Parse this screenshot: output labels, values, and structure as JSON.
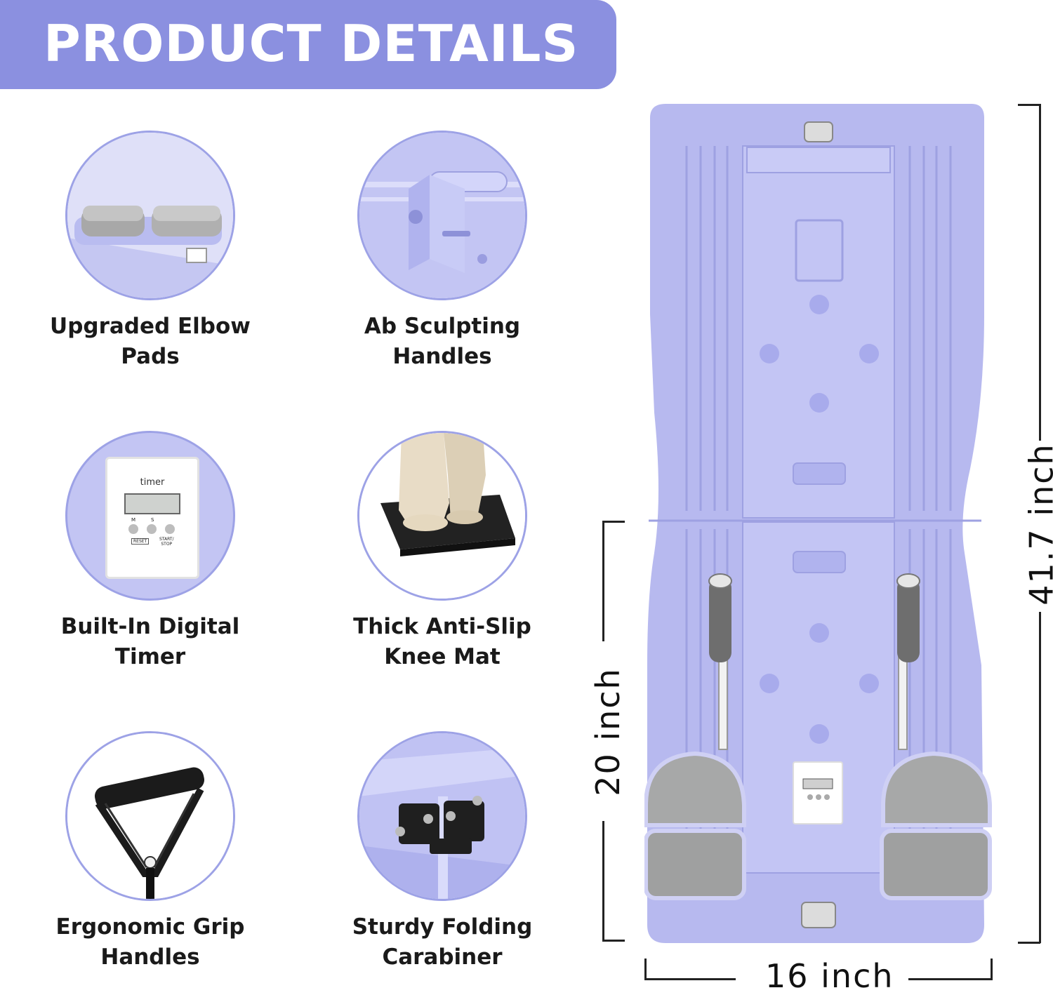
{
  "header": {
    "title": "PRODUCT DETAILS"
  },
  "features": [
    {
      "line1": "Upgraded Elbow",
      "line2": "Pads",
      "icon": "elbow-pad-icon"
    },
    {
      "line1": "Ab Sculpting",
      "line2": "Handles",
      "icon": "handle-icon"
    },
    {
      "line1": "Built-In Digital",
      "line2": "Timer",
      "icon": "timer-icon"
    },
    {
      "line1": "Thick Anti-Slip",
      "line2": "Knee Mat",
      "icon": "knee-mat-icon"
    },
    {
      "line1": "Ergonomic Grip",
      "line2": "Handles",
      "icon": "grip-handle-icon"
    },
    {
      "line1": "Sturdy Folding",
      "line2": "Carabiner",
      "icon": "carabiner-icon"
    }
  ],
  "timer": {
    "title": "timer",
    "btn_m": "M",
    "btn_s": "S",
    "reset": "RESET",
    "start_stop_1": "START/",
    "start_stop_2": "STOP"
  },
  "dimensions": {
    "height_total": "41.7 inch",
    "height_half": "20 inch",
    "width": "16 inch"
  },
  "colors": {
    "accent": "#8b90e0",
    "board": "#b7b9ef",
    "pad": "#9a9a9a"
  }
}
